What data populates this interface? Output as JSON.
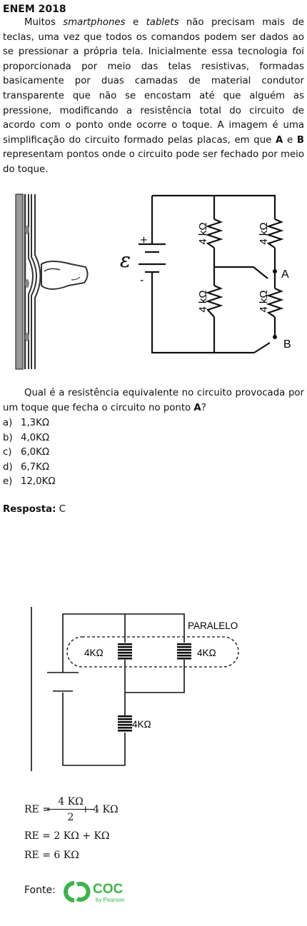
{
  "heading": "ENEM 2018",
  "intro": {
    "t1": "Muitos ",
    "smartphones": "smartphones",
    "t2": " e ",
    "tablets": "tablets",
    "t3": " não precisam mais de teclas, uma vez que todos os comandos podem ser dados ao se pressionar a própria tela. Inicialmente essa tecnologia foi proporcionada por meio das telas resistivas, formadas basicamente por duas camadas de material condutor transparente que não se encostam até que alguém as pressione, modificando a resistência total do circuito de acordo com o ponto onde ocorre o toque. A imagem é uma simplificação do circuito formado pelas placas, em que ",
    "A": "A",
    "t4": " e ",
    "B": "B",
    "t5": " representam pontos onde o circuito pode ser fechado por meio do toque."
  },
  "figure1": {
    "emf": "ε",
    "plus": "+",
    "minus": "-",
    "r_top_left": "4 kΩ",
    "r_top_right": "4 kΩ",
    "r_bottom_left": "4 kΩ",
    "r_bottom_right": "4 kΩ",
    "point_a": "A",
    "point_b": "B"
  },
  "question": {
    "t1": "Qual é a resistência equivalente no circuito provocada por um toque que fecha o circuito no ponto ",
    "A": "A",
    "t2": "?"
  },
  "options": [
    {
      "letter": "a)",
      "text": "1,3KΩ"
    },
    {
      "letter": "b)",
      "text": "4,0KΩ"
    },
    {
      "letter": "c)",
      "text": "6,0KΩ"
    },
    {
      "letter": "d)",
      "text": "6,7KΩ"
    },
    {
      "letter": "e)",
      "text": "12,0KΩ"
    }
  ],
  "answer": {
    "label": "Resposta:",
    "value": "C"
  },
  "figure2": {
    "parallel_label": "PARALELO",
    "r_left": "4KΩ",
    "r_right": "4KΩ",
    "r_bottom": "4KΩ"
  },
  "equations": {
    "line1_lhs": "RE =",
    "line1_num": "4 KΩ",
    "line1_den": "2",
    "line1_rest": "+ 4 KΩ",
    "line2": "RE = 2 KΩ + KΩ",
    "line3": "RE = 6 KΩ"
  },
  "source": {
    "label": "Fonte:",
    "logo_text": "COC",
    "logo_sub": "by Pearson",
    "logo_color": "#3cb54a"
  }
}
